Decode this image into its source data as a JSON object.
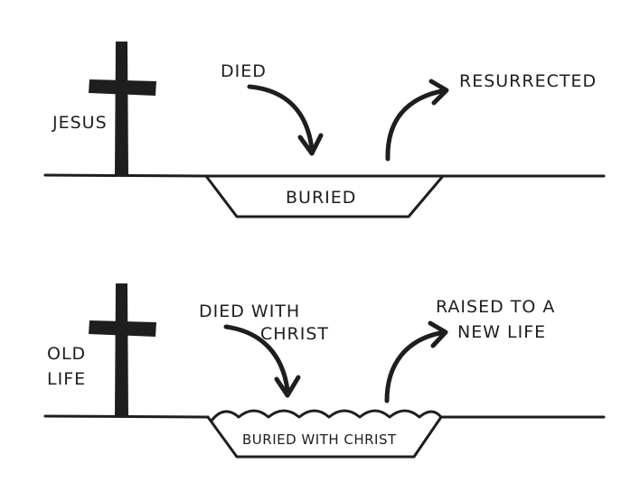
{
  "top_panel": {
    "figure_label": "JESUS",
    "arrow_down_label": "DIED",
    "arrow_up_label": "RESURRECTED",
    "pit_label": "BURIED"
  },
  "bottom_panel": {
    "figure_label_line1": "OLD",
    "figure_label_line2": "LIFE",
    "arrow_down_label_line1": "DIED WITH",
    "arrow_down_label_line2": "CHRIST",
    "arrow_up_label_line1": "RAISED TO A",
    "arrow_up_label_line2": "NEW LIFE",
    "pit_label": "BURIED WITH CHRIST"
  },
  "colors": {
    "ink": "#1e1e1e",
    "background": "#ffffff"
  }
}
